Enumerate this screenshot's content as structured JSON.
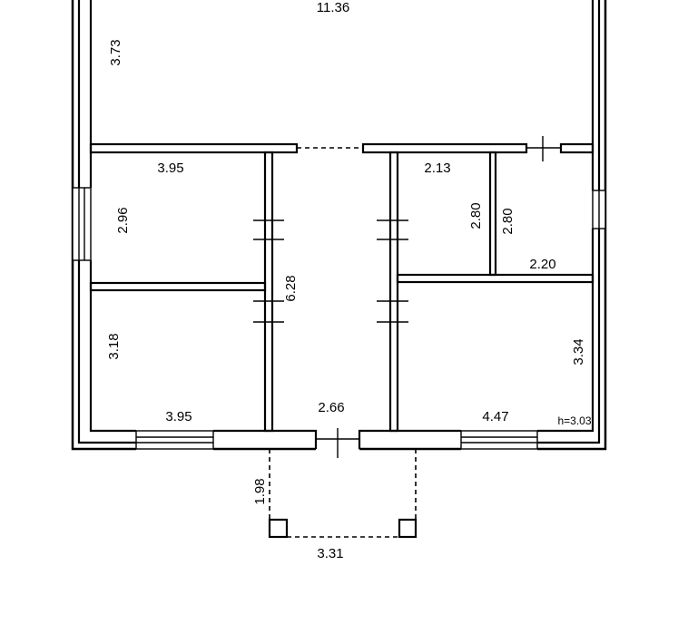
{
  "dimensions": {
    "top_width": "11.36",
    "top_height": "3.73",
    "room_a_width": "3.95",
    "room_a_height": "2.96",
    "room_b_width": "2.13",
    "room_b_height_left": "2.80",
    "room_b_height_right": "2.80",
    "room_c_width": "2.20",
    "corridor_length": "6.28",
    "room_d_height": "3.18",
    "room_d_width": "3.95",
    "entrance_width": "2.66",
    "room_e_width": "4.47",
    "room_e_height": "3.34",
    "ceiling_height": "h=3.03",
    "porch_depth": "1.98",
    "porch_width": "3.31"
  }
}
